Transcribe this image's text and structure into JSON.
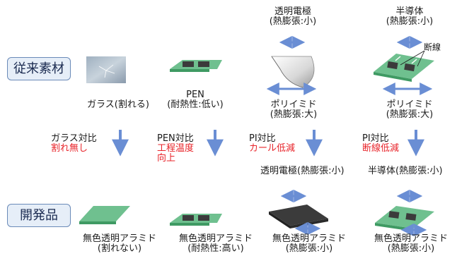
{
  "rows": {
    "conventional": "従来素材",
    "developed": "開発品"
  },
  "top_headers": {
    "transparent_electrode": [
      "透明電極",
      "(熱膨張:小)"
    ],
    "semiconductor": [
      "半導体",
      "(熱膨張:小)"
    ]
  },
  "annotations": {
    "wire_break": "断線"
  },
  "conventional_materials": {
    "glass": "ガラス(割れる)",
    "pen": [
      "PEN",
      "(耐熱性:低い)"
    ],
    "pi_1": [
      "ポリイミド",
      "(熱膨張:大)"
    ],
    "pi_2": [
      "ポリイミド",
      "(熱膨張:大)"
    ]
  },
  "comparisons": {
    "c1": {
      "title": "ガラス対比",
      "benefit": [
        "割れ無し"
      ]
    },
    "c2": {
      "title": "PEN対比",
      "benefit": [
        "工程温度",
        "向上"
      ]
    },
    "c3": {
      "title": "PI対比",
      "benefit": [
        "カール低減"
      ]
    },
    "c4": {
      "title": "PI対比",
      "benefit": [
        "断線低減"
      ]
    }
  },
  "middle_labels": {
    "m1": "透明電極(熱膨張:小)",
    "m2": "半導体(熱膨張:小)"
  },
  "developed_products": {
    "p1": [
      "無色透明アラミド",
      "(割れない)"
    ],
    "p2": [
      "無色透明アラミド",
      "(耐熱性:高い)"
    ],
    "p3": [
      "無色透明アラミド",
      "(熱膨張:小)"
    ],
    "p4": [
      "無色透明アラミド",
      "(熱膨張:小)"
    ]
  },
  "colors": {
    "arrow_blue": "#6a8ed4",
    "film_green": "#6fc08f",
    "film_green_dark": "#3f9a63",
    "chip": "#3b3b3b",
    "highlight_red": "#e8242a",
    "badge_bg": "#e6eef8",
    "badge_border": "#6a8ab8"
  }
}
